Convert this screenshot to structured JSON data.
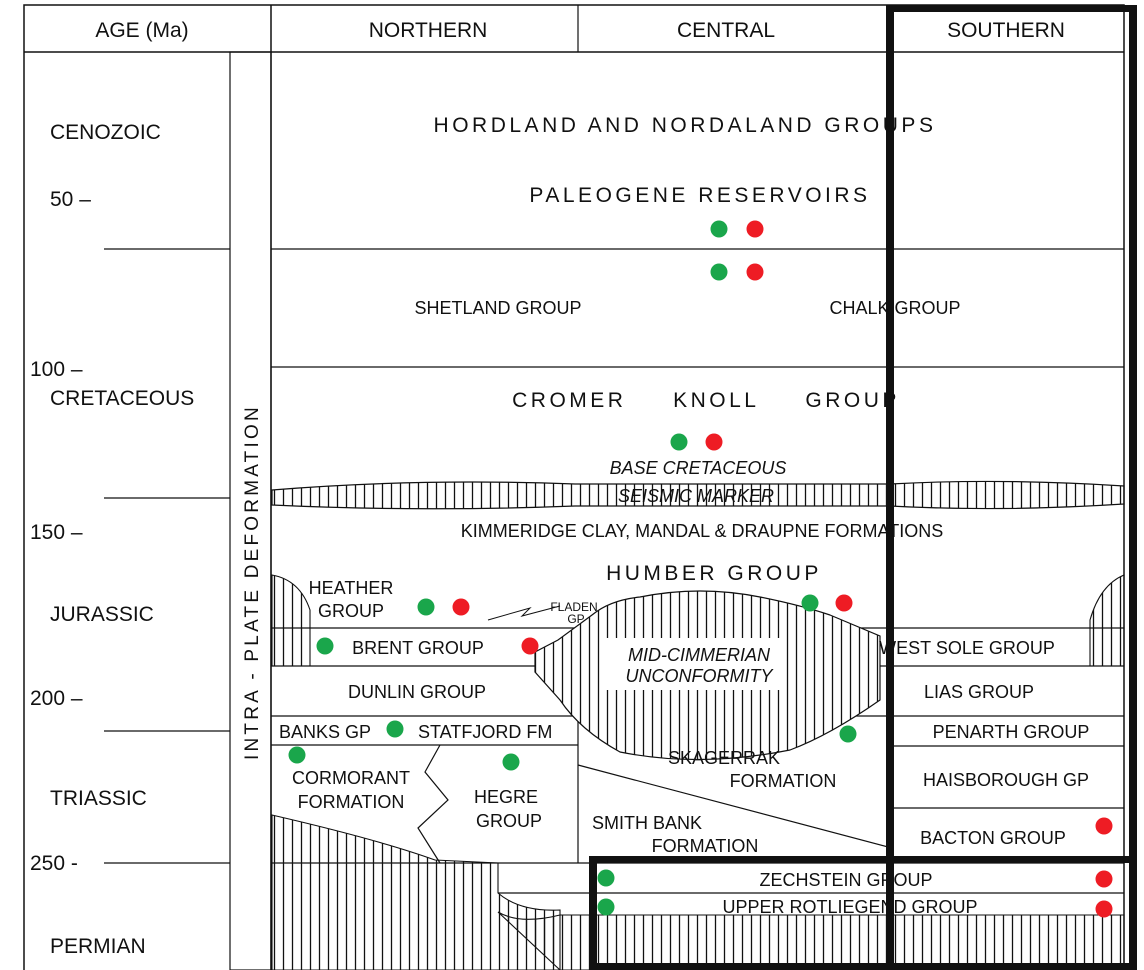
{
  "header": {
    "age": "AGE (Ma)",
    "northern": "NORTHERN",
    "central": "CENTRAL",
    "southern": "SOUTHERN"
  },
  "periods": {
    "cenozoic": "CENOZOIC",
    "cretaceous": "CRETACEOUS",
    "jurassic": "JURASSIC",
    "triassic": "TRIASSIC",
    "permian": "PERMIAN"
  },
  "ages": {
    "a50": "50 –",
    "a100": "100 –",
    "a150": "150 –",
    "a200": "200 –",
    "a250": "250 -"
  },
  "side_label": "INTRA - PLATE DEFORMATION",
  "units": {
    "hordland": "HORDLAND AND NORDALAND GROUPS",
    "paleogene": "PALEOGENE RESERVOIRS",
    "shetland": "SHETLAND GROUP",
    "chalk": "CHALK GROUP",
    "cromer": "CROMER     KNOLL     GROUP",
    "base_cret_1": "BASE CRETACEOUS",
    "base_cret_2": "SEISMIC MARKER",
    "kimmeridge": "KIMMERIDGE CLAY, MANDAL & DRAUPNE FORMATIONS",
    "humber": "HUMBER GROUP",
    "heather_1": "HEATHER",
    "heather_2": "GROUP",
    "fladen_1": "FLADEN",
    "fladen_2": "GP",
    "brent": "BRENT GROUP",
    "mid_cimm_1": "MID-CIMMERIAN",
    "mid_cimm_2": "UNCONFORMITY",
    "west_sole": "WEST SOLE GROUP",
    "dunlin": "DUNLIN GROUP",
    "lias": "LIAS GROUP",
    "banks": "BANKS GP",
    "statfjord": "STATFJORD FM",
    "penarth": "PENARTH GROUP",
    "skagerrak_1": "SKAGERRAK",
    "skagerrak_2": "FORMATION",
    "haisborough": "HAISBOROUGH GP",
    "cormorant_1": "CORMORANT",
    "cormorant_2": "FORMATION",
    "hegre_1": "HEGRE",
    "hegre_2": "GROUP",
    "smith_1": "SMITH BANK",
    "smith_2": "FORMATION",
    "bacton": "BACTON GROUP",
    "zechstein": "ZECHSTEIN GROUP",
    "rotliegend": "UPPER ROTLIEGEND GROUP"
  },
  "colors": {
    "green_marker": "#1aa64b",
    "red_marker": "#ee1c24",
    "line": "#111111"
  }
}
